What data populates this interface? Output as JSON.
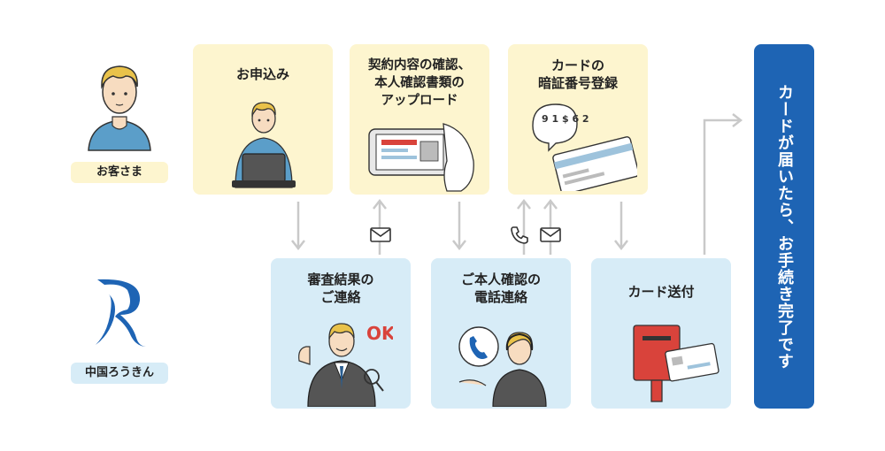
{
  "roles": {
    "customer": "お客さま",
    "bank": "中国ろうきん"
  },
  "steps": {
    "apply": "お申込み",
    "upload": "契約内容の確認、\n本人確認書類の\nアップロード",
    "pin": "カードの\n暗証番号登録",
    "review": "審査結果の\nご連絡",
    "phone": "ご本人確認の\n電話連絡",
    "send": "カード送付"
  },
  "final": "カードが届いたら、お手続き完了です",
  "illustration_text": {
    "ok": "OK",
    "card_number": "9 1 $ 6 2"
  },
  "colors": {
    "customer_box": "#fdf5cf",
    "bank_box": "#d7ecf7",
    "final_box": "#1e64b4",
    "arrow": "#c9c9c9",
    "logo": "#1e64b4",
    "mailbox": "#d9433b"
  },
  "icons": [
    "mail-icon",
    "phone-icon",
    "arrow-down",
    "arrow-up",
    "arrow-right"
  ]
}
